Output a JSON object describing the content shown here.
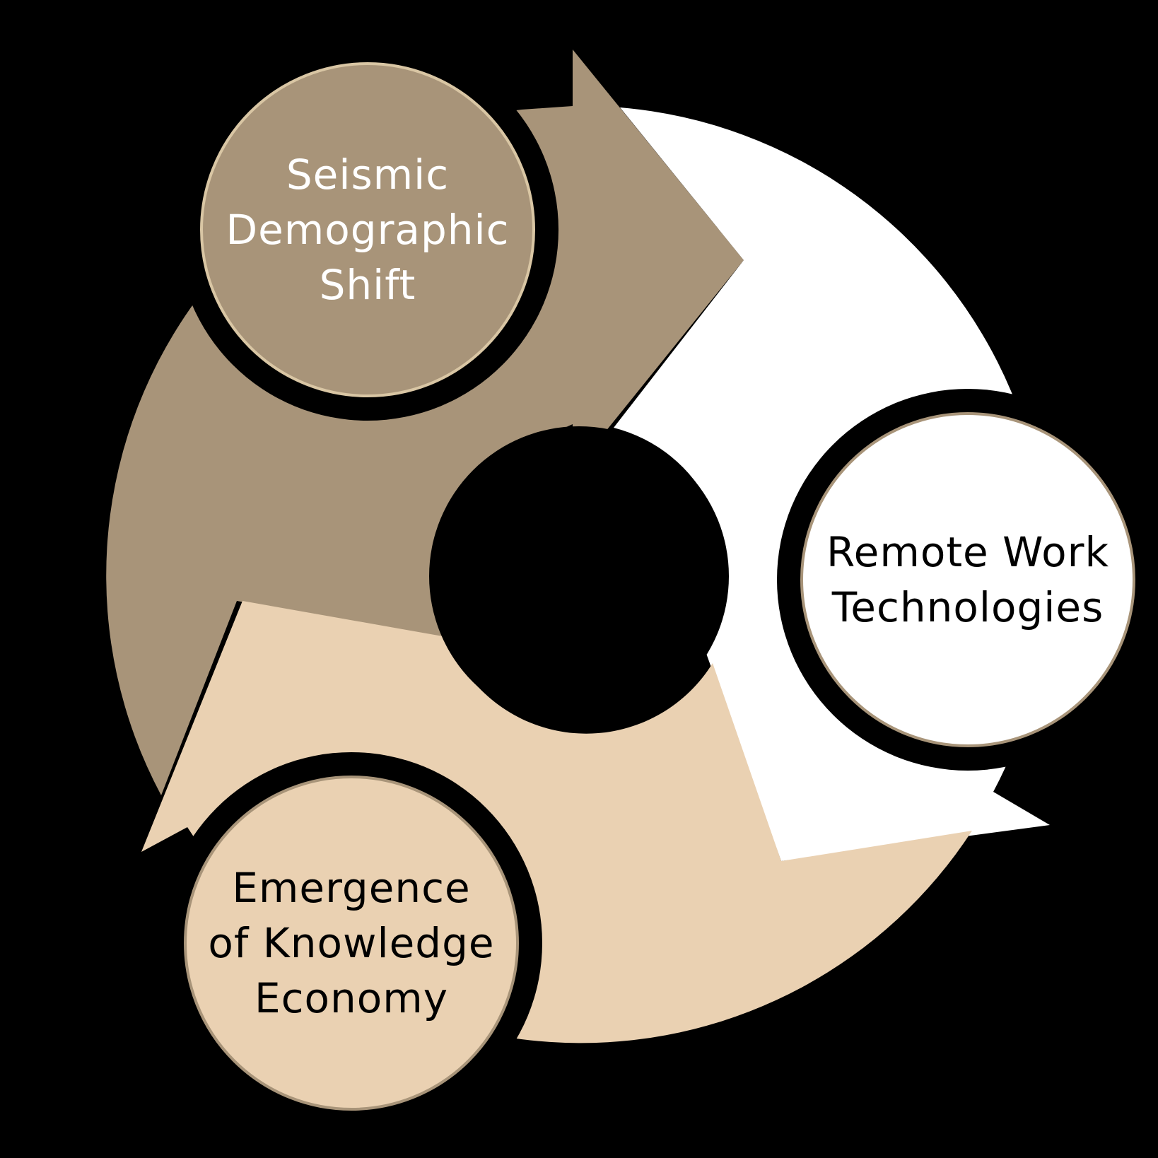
{
  "diagram": {
    "type": "cycle",
    "colors": {
      "background": "#000000",
      "segment_taupe": "#a89479",
      "segment_white": "#ffffff",
      "segment_beige": "#ead1b2"
    },
    "nodes": [
      {
        "id": "seismic",
        "label": "Seismic\nDemographic\nShift",
        "color": "#a89479",
        "text_color": "#ffffff"
      },
      {
        "id": "remote",
        "label": "Remote Work\nTechnologies",
        "color": "#ffffff",
        "text_color": "#000000"
      },
      {
        "id": "knowledge",
        "label": "Emergence\nof Knowledge\nEconomy",
        "color": "#ead1b2",
        "text_color": "#000000"
      }
    ]
  }
}
